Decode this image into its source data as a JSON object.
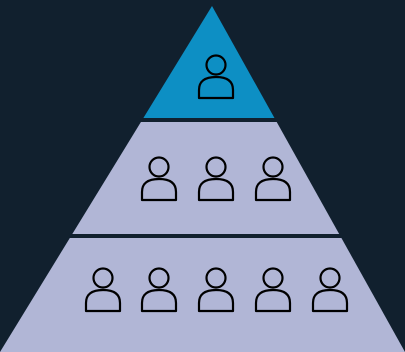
{
  "diagram": {
    "type": "hierarchy-pyramid",
    "tiers": [
      {
        "level": "top",
        "person_count": 1,
        "fill": "#0d8fc4",
        "icon": "person-icon"
      },
      {
        "level": "middle",
        "person_count": 3,
        "fill": "#b1b6d6",
        "icon": "person-icon"
      },
      {
        "level": "bottom",
        "person_count": 5,
        "fill": "#b1b6d6",
        "icon": "person-icon"
      }
    ]
  },
  "colors": {
    "background": "#11202e",
    "accent": "#0d8fc4",
    "tier": "#b1b6d6",
    "separator": "#11202e",
    "icon_stroke": "#000000"
  }
}
